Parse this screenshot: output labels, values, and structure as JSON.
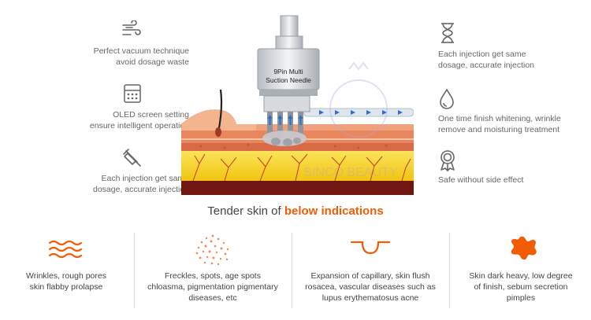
{
  "left_features": [
    {
      "icon": "wind-lines-icon",
      "line1": "Perfect vacuum technique",
      "line2": "avoid dosage waste"
    },
    {
      "icon": "calculator-screen-icon",
      "line1": "OLED screen setting",
      "line2": "ensure intelligent operation"
    },
    {
      "icon": "syringe-needle-icon",
      "line1": "Each injection get same",
      "line2": "dosage, accurate injection"
    }
  ],
  "right_features": [
    {
      "icon": "hourglass-icon",
      "line1": "Each injection get same",
      "line2": "dosage, accurate injection"
    },
    {
      "icon": "water-drop-icon",
      "line1": "One time finish whitening, wrinkle",
      "line2": "remove and moisturing treatment"
    },
    {
      "icon": "award-medal-icon",
      "line1": "Safe without side effect",
      "line2": ""
    }
  ],
  "device": {
    "label_line1": "9Pin Multi",
    "label_line2": "Suction Needle",
    "watermark": "SINCO BEAUTY"
  },
  "heading": {
    "prefix": "Tender skin of ",
    "highlight": "below indications"
  },
  "indications": [
    {
      "icon": "wavy-lines-icon",
      "lines": [
        "Wrinkles, rough pores",
        "skin flabby prolapse"
      ]
    },
    {
      "icon": "dots-cluster-icon",
      "lines": [
        "Freckles, spots, age spots",
        "chloasma, pigmentation pigmentary",
        "diseases, etc"
      ]
    },
    {
      "icon": "vessel-curve-icon",
      "lines": [
        "Expansion of capillary, skin flush",
        "rosacea, vascular diseases such as",
        "lupus erythematosus acne"
      ]
    },
    {
      "icon": "splat-blob-icon",
      "lines": [
        "Skin dark heavy, low degree",
        "of finish, sebum secretion",
        "pimples"
      ]
    }
  ],
  "colors": {
    "accent": "#f25c05",
    "icon_gray": "#666666",
    "skin_top": "#f3b48e",
    "fat_yellow": "#f7d31c",
    "deep_red": "#7a1a12",
    "device_blue": "#2a6fc9"
  }
}
